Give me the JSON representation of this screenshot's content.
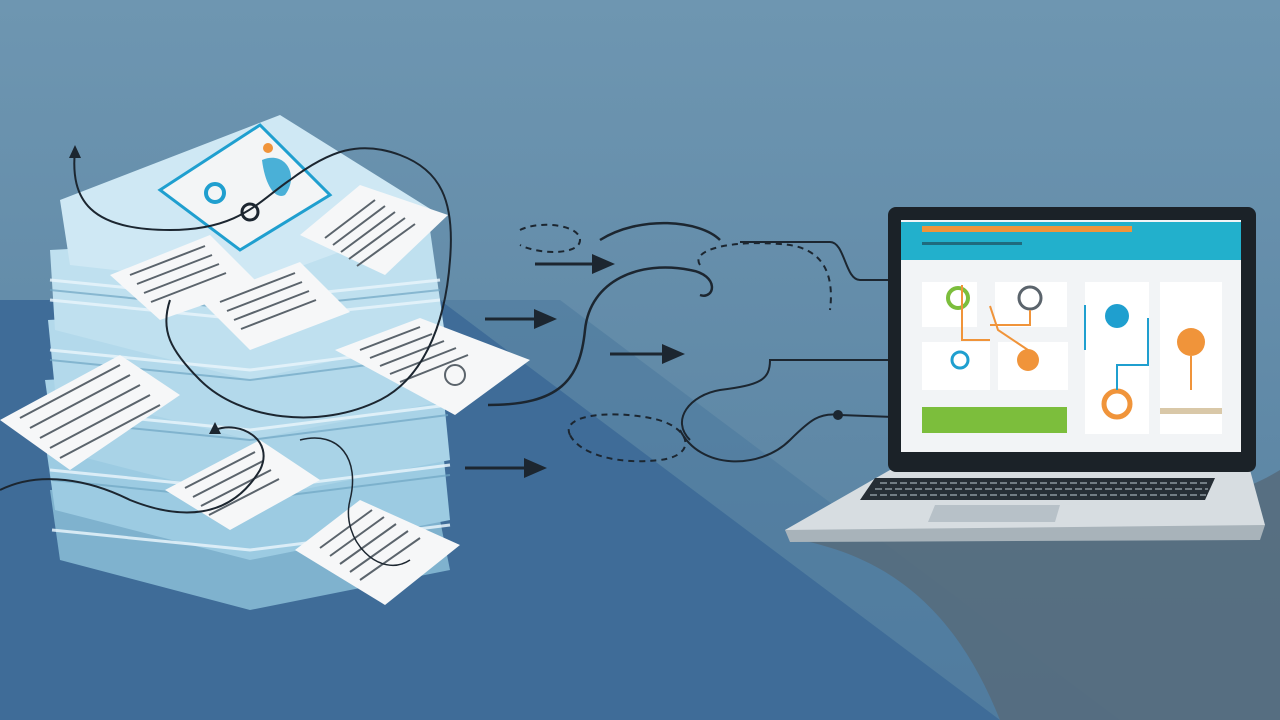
{
  "scene": {
    "description_tag": "",
    "colors": {
      "background_top": "#6a92ad",
      "background_mid": "#5c86a3",
      "shadow_band": "#3f6c98",
      "right_shadow": "#5d6f7d",
      "paper_stack": "#a9d1e5",
      "paper_stack_dark": "#86b8d3",
      "paper_sheet": "#f3f5f6",
      "line_ink": "#1c2630",
      "accent_blue": "#1f9fcf",
      "accent_orange": "#f0943a",
      "accent_green": "#7cbe3c",
      "accent_teal_bar": "#22b0cc",
      "laptop_frame": "#1b2228",
      "laptop_body": "#d7dde1",
      "screen_bg": "#f2f4f6"
    }
  },
  "paper_stack": {
    "icon": "document-stack-icon"
  },
  "arrows": {
    "icon": "right-arrow-icon",
    "count": 4
  },
  "laptop": {
    "icon": "laptop-icon",
    "screen": {
      "widgets": [
        {
          "icon": "flow-node-icon",
          "color": "green"
        },
        {
          "icon": "flow-node-icon",
          "color": "gray"
        },
        {
          "icon": "lightbulb-icon",
          "color": "blue"
        },
        {
          "icon": "gear-icon",
          "color": "orange"
        },
        {
          "icon": "flow-node-icon",
          "color": "orange"
        },
        {
          "icon": "flow-node-icon",
          "color": "orange"
        }
      ],
      "progress_fraction": 1.0
    }
  }
}
